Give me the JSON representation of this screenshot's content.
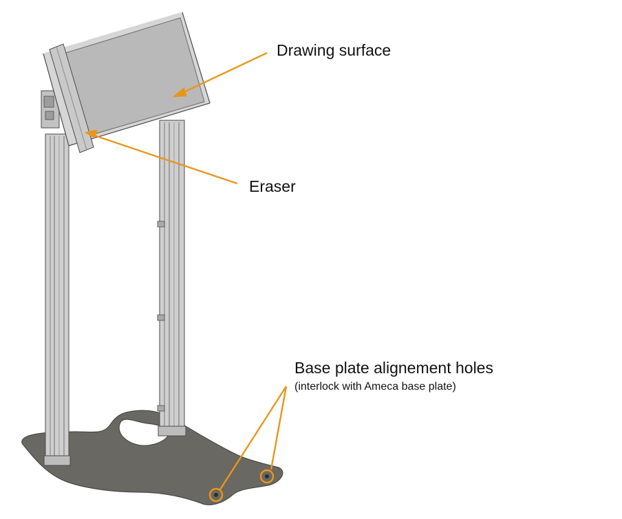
{
  "labels": {
    "drawing_surface": "Drawing surface",
    "eraser": "Eraser",
    "base_plate_holes": "Base plate alignement holes",
    "base_plate_holes_note": "(interlock with Ameca base plate)"
  },
  "colors": {
    "callout": "#e8961b",
    "base_plate": "#6a6863",
    "board_surface": "#b9b9b9",
    "frame": "#d6d6d6",
    "outline": "#4a4a4a"
  }
}
